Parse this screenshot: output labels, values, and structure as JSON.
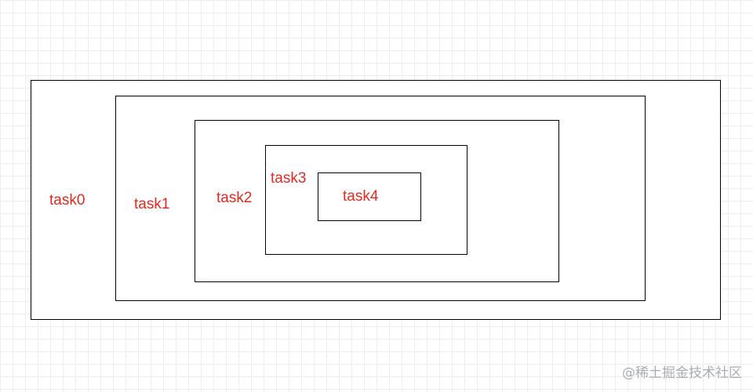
{
  "diagram": {
    "tasks": [
      {
        "label": "task0"
      },
      {
        "label": "task1"
      },
      {
        "label": "task2"
      },
      {
        "label": "task3"
      },
      {
        "label": "task4"
      }
    ],
    "colors": {
      "label": "#e02a1f",
      "border": "#000000",
      "grid": "#ececec"
    }
  },
  "watermark": "@稀土掘金技术社区"
}
